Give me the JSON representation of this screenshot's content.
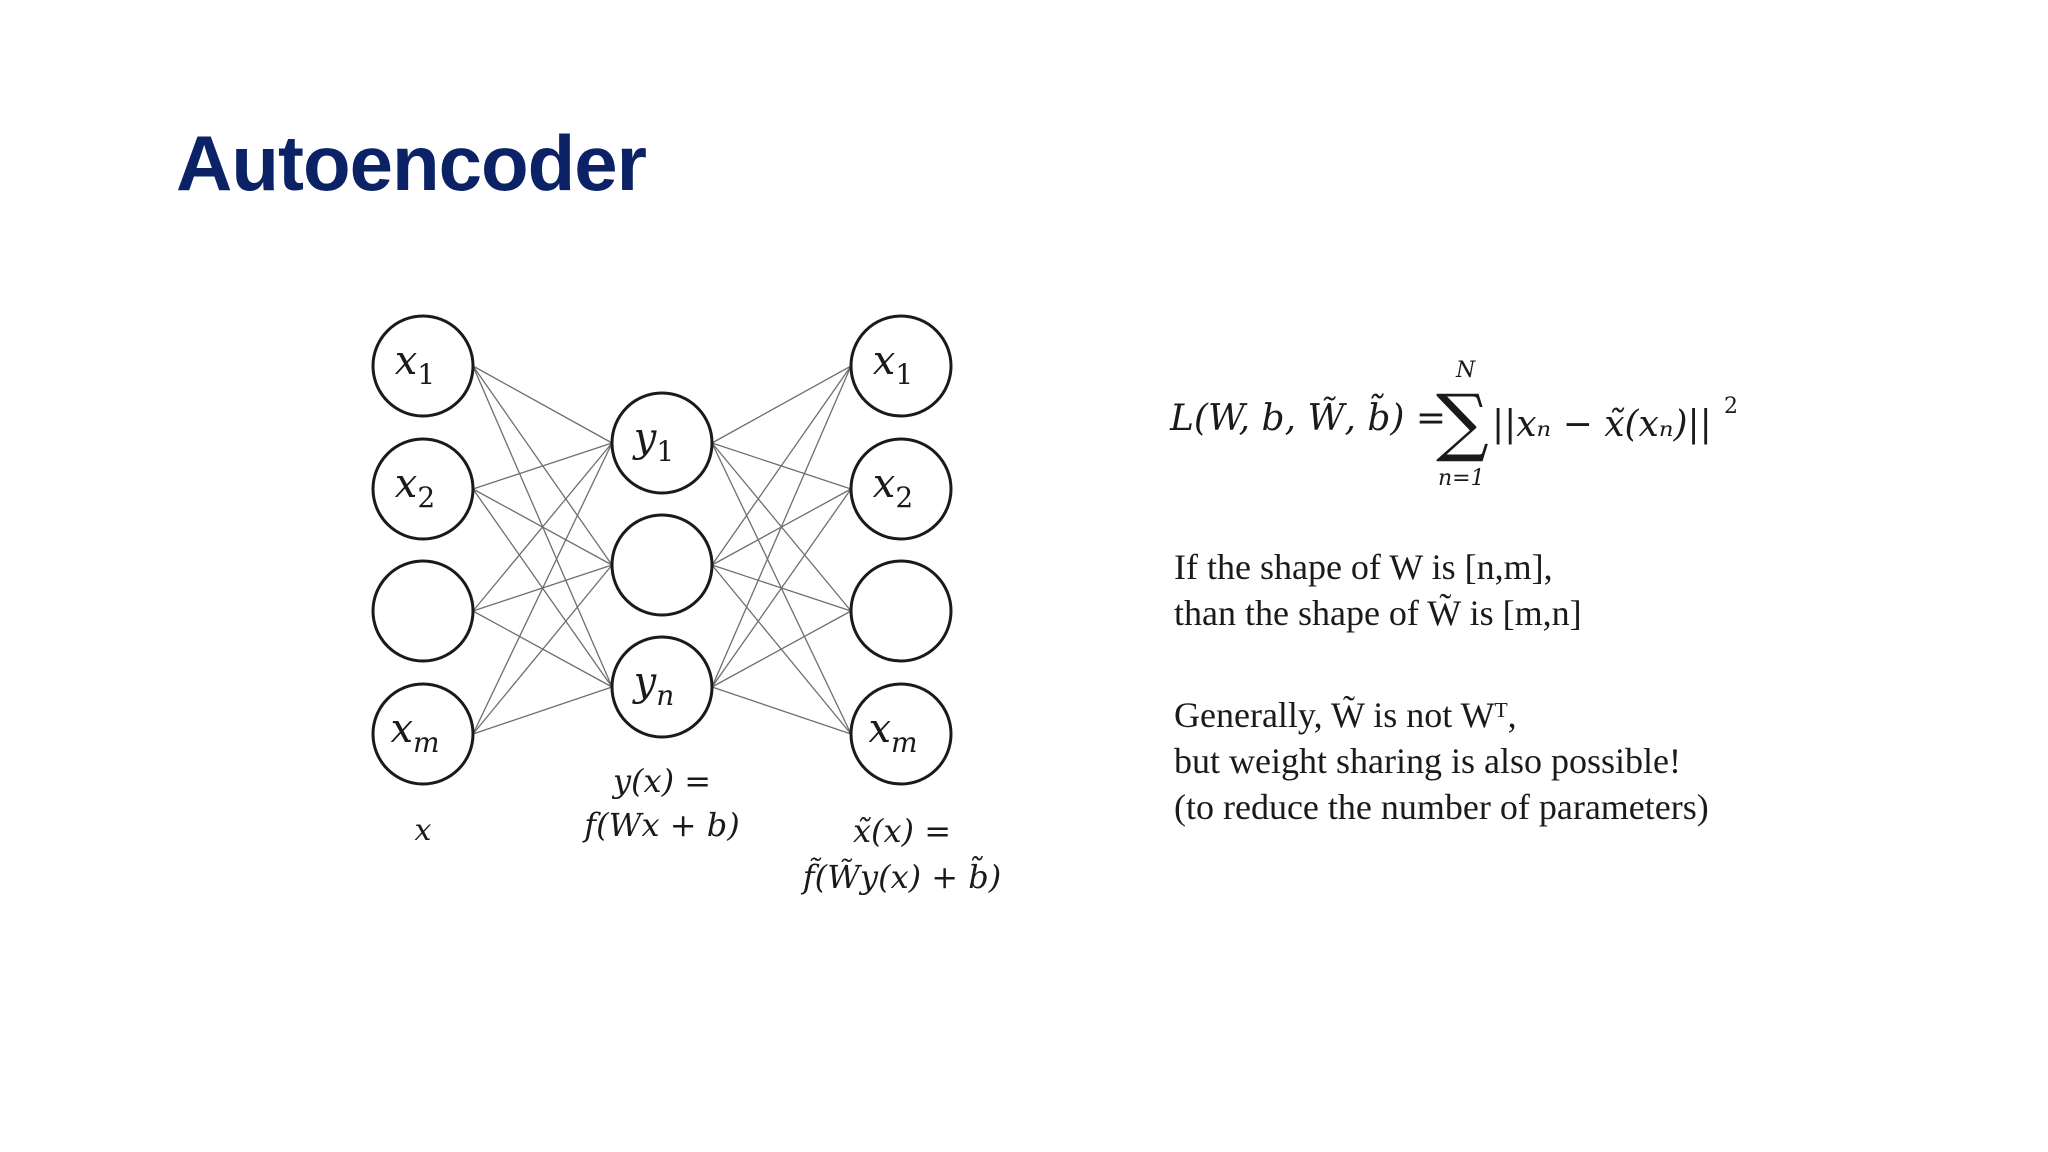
{
  "slide": {
    "title": "Autoencoder"
  },
  "diagram": {
    "input_layer": [
      "x1",
      "x2",
      "",
      "xm"
    ],
    "hidden_layer": [
      "y1",
      "",
      "yn"
    ],
    "output_layer": [
      "x1",
      "x2",
      "",
      "xm"
    ],
    "input_caption": "x",
    "hidden_caption_line1": "y(x) =",
    "hidden_caption_line2": "f(Wx + b)",
    "output_caption_line1": "x̃(x) =",
    "output_caption_line2": "f̃(W̃y(x) + b̃)"
  },
  "equation": {
    "lhs": "L(W, b, W̃, b̃) =",
    "sum_symbol": "∑",
    "sum_upper": "N",
    "sum_lower": "n=1",
    "rhs": "||xₙ − x̃(xₙ)||",
    "power": "2"
  },
  "notes": {
    "line1": "If  the shape of  W is [n,m],",
    "line2": "than  the shape of W̃ is [m,n]",
    "line3": "Generally, W̃ is not Wᵀ,",
    "line4": "but weight sharing is also possible!",
    "line5": "(to reduce the number of  parameters)"
  }
}
